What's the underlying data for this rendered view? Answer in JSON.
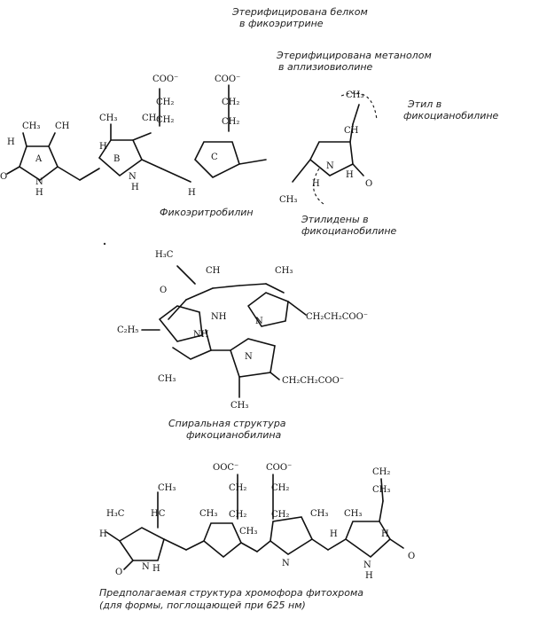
{
  "captions": {
    "top_belok": "Этерифицирована белком",
    "top_phycoerythrin": "в фикоэритрине",
    "ester_methanol_1": "Этерифицирована метанолом",
    "ester_methanol_2": "в аплизиовиолине",
    "ethyl_1": "Этил в",
    "ethyl_2": "фикоцианобилине",
    "phycoerythrobilin": "Фикоэритробилин",
    "ethylidene_1": "Этилидены в",
    "ethylidene_2": "фикоцианобилине",
    "spiral_1": "Спиральная структура",
    "spiral_2": "фикоцианобилина",
    "phytochrome_1": "Предполагаемая структура хромофора фитохрома",
    "phytochrome_2": "(для формы, поглощающей при 625 нм)"
  },
  "atoms_top": {
    "ch3_1": "CH₃",
    "ch_1": "CH",
    "h_a": "H",
    "o_a": "O",
    "ring_a": "A",
    "n_a": "N",
    "h_na": "H",
    "ch3_2": "CH₃",
    "ch3_3": "CH₃",
    "ring_b": "B",
    "h_b": "H",
    "n_b": "N",
    "h_nb": "H",
    "coo_1": "COO⁻",
    "ch2_1": "CH₂",
    "ch2_2": "CH₂",
    "coo_2": "COO⁻",
    "ch2_3": "CH₂",
    "ch2_4": "CH₂",
    "ring_c": "C",
    "h_c": "H",
    "ch3_4": "CH₃",
    "ch_d": "CH",
    "ring_h": "H",
    "n_d": "N",
    "h_d": "H",
    "o_d": "O",
    "c_ch3": "CH₃"
  },
  "atoms_spiral": {
    "h3c": "H₃C",
    "ch": "CH",
    "ch3_top": "CH₃",
    "o": "O",
    "nh_1": "NH",
    "nh_2": "NH",
    "n_1": "N",
    "n_2": "N",
    "c2h5": "C₂H₅",
    "ch2ch2coo_1": "CH₂CH₂COO⁻",
    "ch2ch2coo_2": "CH₂CH₂COO⁻",
    "ch3_low": "CH₃",
    "ch3_bottom": "CH₃"
  },
  "atoms_bottom": {
    "ooc_1": "OOC⁻",
    "coo_1": "COO⁻",
    "ch2_1": "CH₂",
    "ch2_2": "CH₂",
    "ch2_3": "CH₂",
    "ch2_4": "CH₂",
    "ch3_1": "CH₃",
    "hc": "HC",
    "h3c": "H₃C",
    "ch3_2": "CH₃",
    "ch3_3": "CH₃",
    "ch3_4": "CH₃",
    "h_1": "H",
    "h_2": "H",
    "h_3": "H",
    "o_1": "O",
    "o_2": "O",
    "n_1": "N",
    "n_2": "N",
    "n_3": "N",
    "h_n1": "H",
    "h_n2": "H",
    "ch3_5": "CH₃",
    "ch2_right": "CH₂",
    "ch3_right": "CH₃"
  }
}
